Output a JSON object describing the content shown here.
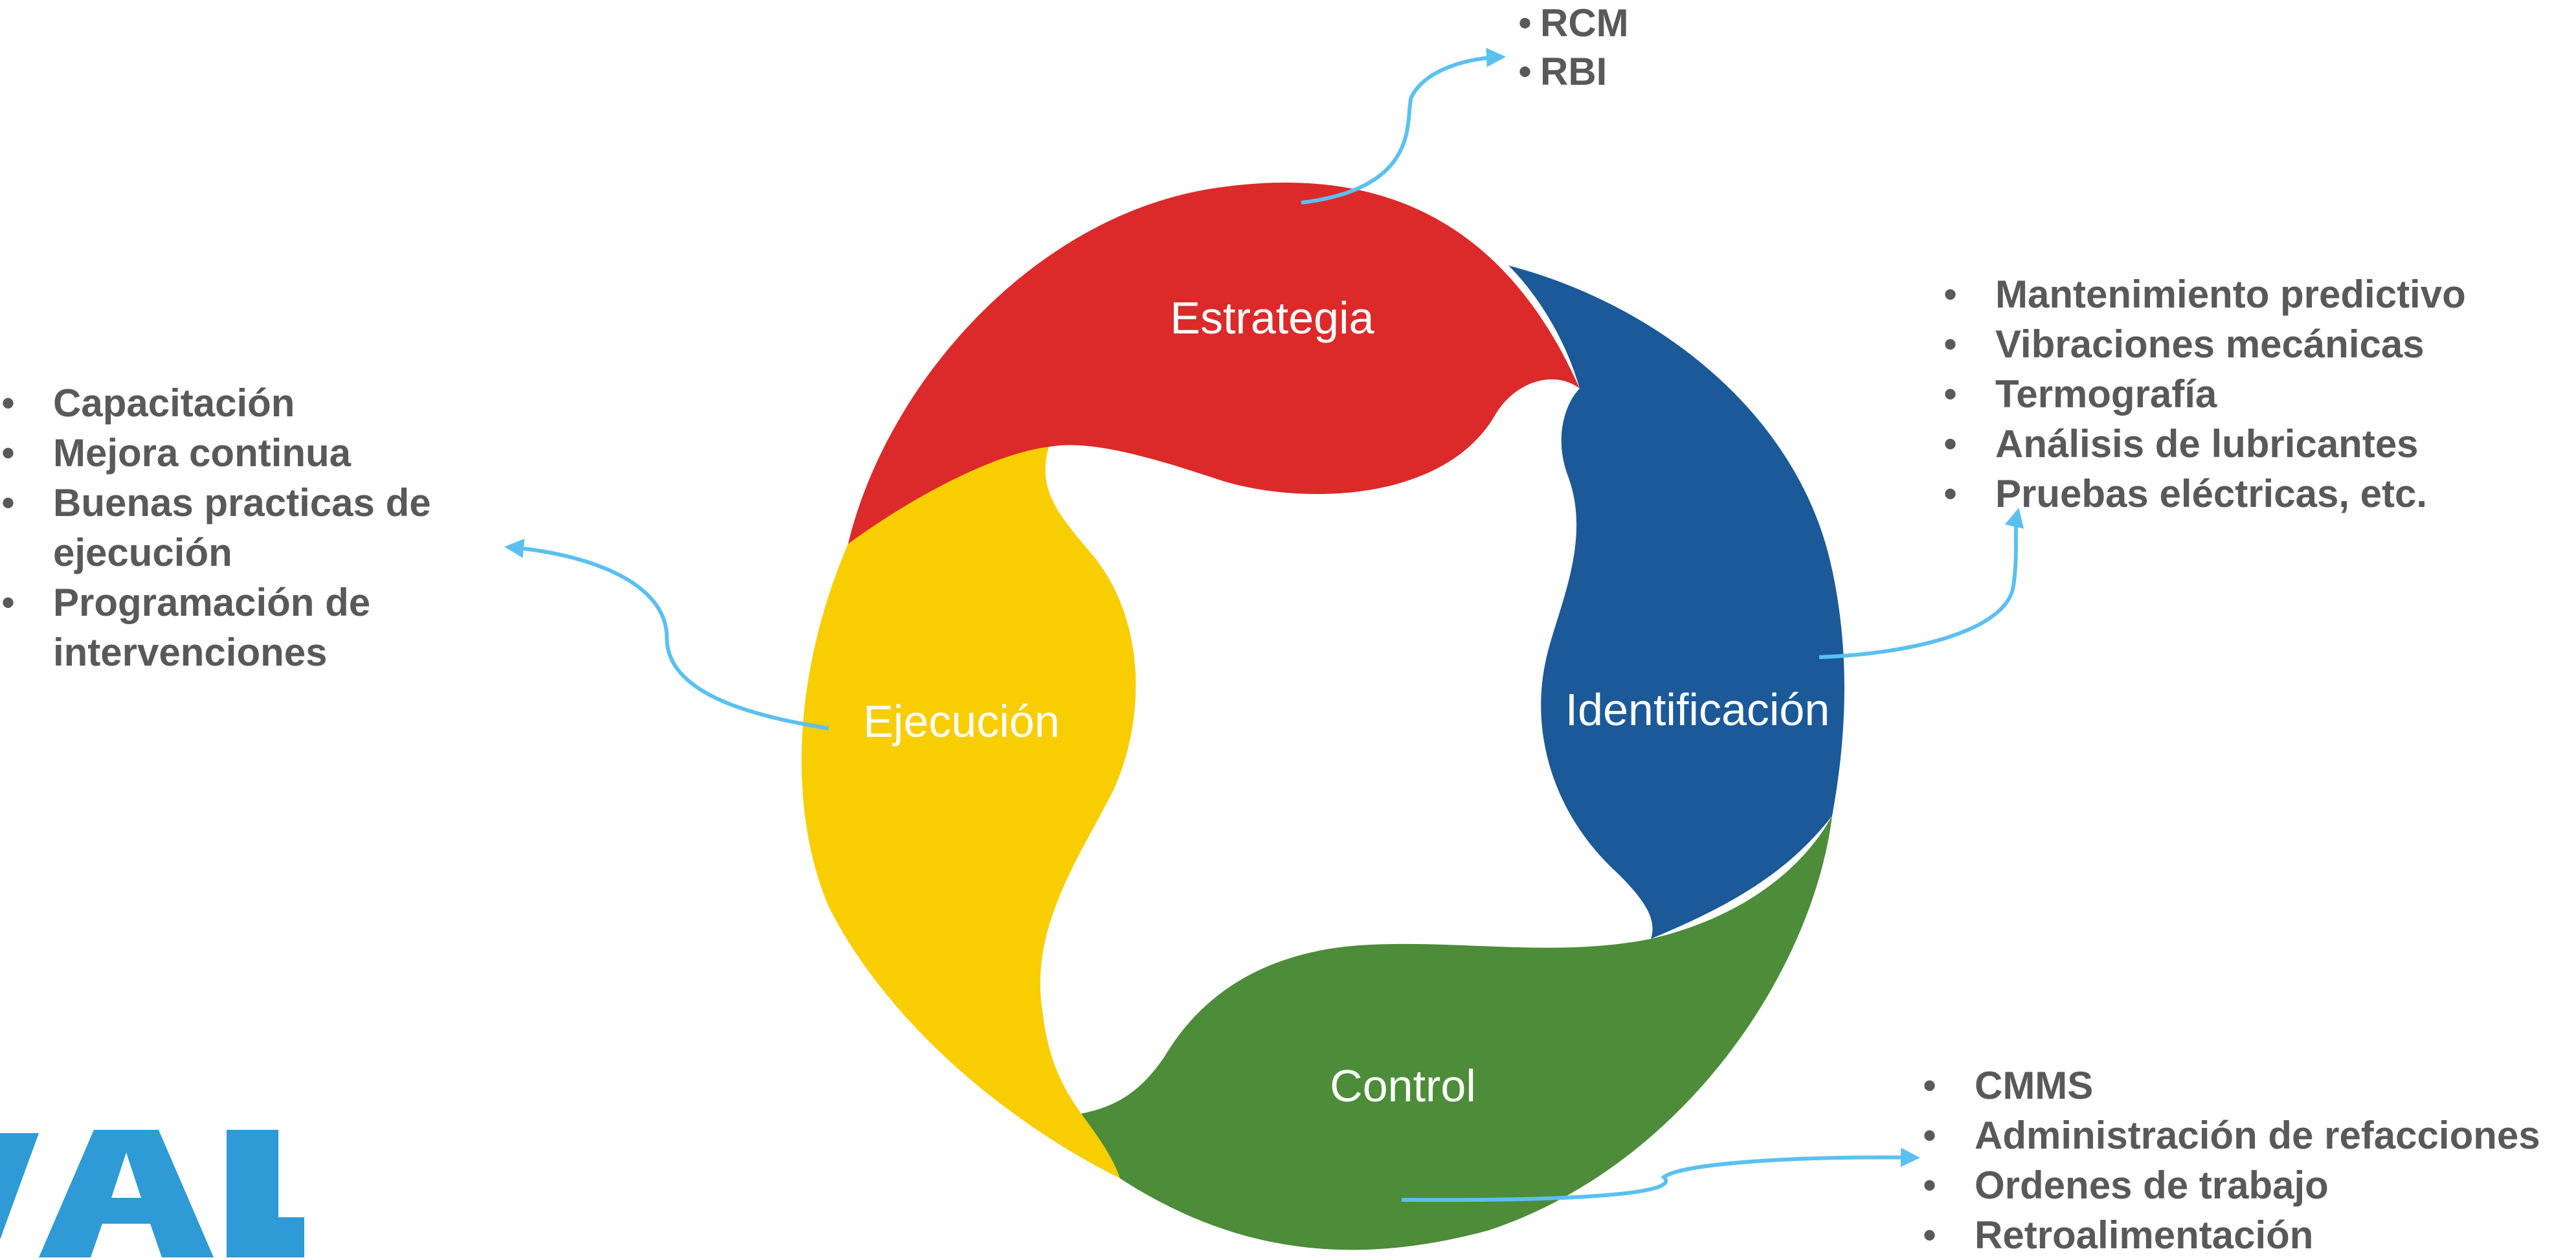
{
  "segments": {
    "estrategia": {
      "label": "Estrategia",
      "color": "#dc2a2a"
    },
    "identificacion": {
      "label": "Identificación",
      "color": "#1b5998"
    },
    "control": {
      "label": "Control",
      "color": "#4d8c38"
    },
    "ejecucion": {
      "label": "Ejecución",
      "color": "#f8cd02"
    }
  },
  "callouts": {
    "estrategia": [
      "RCM",
      "RBI"
    ],
    "identificacion": [
      "Mantenimiento predictivo",
      "Vibraciones mecánicas",
      "Termografía",
      "Análisis de lubricantes",
      "Pruebas eléctricas, etc."
    ],
    "control": [
      "CMMS",
      "Administración de refacciones",
      "Ordenes de trabajo",
      "Retroalimentación"
    ],
    "ejecucion": [
      "Capacitación",
      "Mejora continua",
      "Buenas practicas de ejecución",
      "Programación de intervenciones"
    ]
  },
  "logo": {
    "text": "VAL",
    "color": "#2e9ad6"
  },
  "connector_color": "#5bc0f0",
  "text_color": "#595959"
}
